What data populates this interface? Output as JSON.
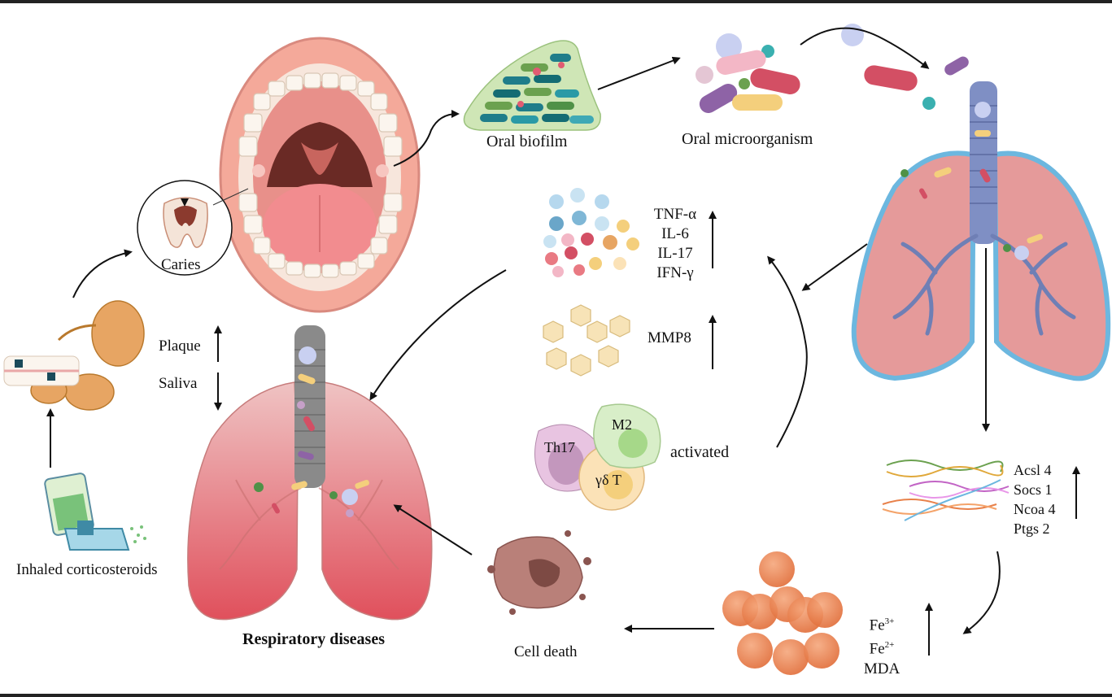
{
  "labels": {
    "caries": "Caries",
    "inhaled": "Inhaled corticosteroids",
    "plaque": "Plaque",
    "saliva": "Saliva",
    "oral_biofilm": "Oral biofilm",
    "oral_microorganism": "Oral microorganism",
    "respiratory": "Respiratory diseases",
    "cell_death": "Cell death",
    "activated": "activated",
    "mmp8": "MMP8",
    "th17": "Th17",
    "m2": "M2",
    "gdt": "γδ T"
  },
  "cytokines": [
    "TNF-α",
    "IL-6",
    "IL-17",
    "IFN-γ"
  ],
  "genes": [
    "Acsl 4",
    "Socs 1",
    "Ncoa 4",
    "Ptgs 2"
  ],
  "iron": {
    "fe3_base": "Fe",
    "fe3_sup": "3+",
    "fe2_base": "Fe",
    "fe2_sup": "2+",
    "mda": "MDA"
  },
  "colors": {
    "lung_pink": "#e59a9a",
    "lung_red": "#e0626a",
    "bronchi_blue": "#6f7fb5",
    "lung_outline_blue": "#6cb7df",
    "mouth_pink": "#f1a597",
    "biofilm_teal": "#1f7d8a",
    "biofilm_green": "#6ba14f",
    "iron_orange": "#e8814a"
  },
  "arrows": {
    "plaque": "up",
    "saliva": "down",
    "cytokines": "up",
    "mmp8": "up",
    "genes": "up",
    "iron": "up"
  }
}
